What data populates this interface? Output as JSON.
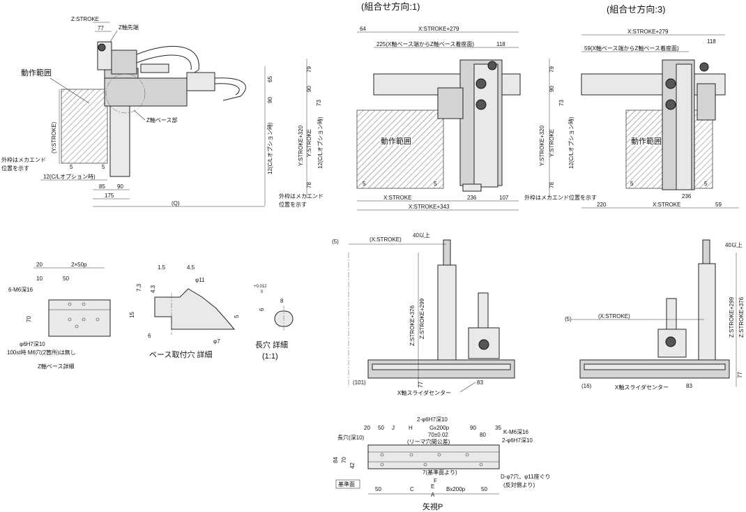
{
  "view_titles": {
    "dir1": "(組合せ方向:1)",
    "dir3": "(組合せ方向:3)",
    "zaxis_base_detail": "Z軸ベース詳細",
    "base_hole_detail": "ベース取付穴 詳細",
    "slot_detail": "長穴 詳細",
    "slot_scale": "(1:1)",
    "arrow_view": "矢視P"
  },
  "labels": {
    "operating_range": "動作範囲",
    "z_tip": "Z軸先端",
    "z_base": "Z軸ベース部",
    "mech_end_1": "外枠はメカエンド",
    "mech_end_2": "位置を示す",
    "mech_end_inline": "外枠はメカエンド位置を示す",
    "x_slider_center": "X軸スライダセンター",
    "slot_depth": "長穴(深10)",
    "reference_face": "基準面",
    "m6_holes": "6-M6深16",
    "h7_10": "φ6H7深10",
    "st100_note": "100st時 M6穴(2箇所)は無し",
    "h7_2a": "2-φ6H7深10",
    "h7_2b": "2-φ6H7深10",
    "k_m6": "K-M6深16",
    "pitch_tol": "70±0.02",
    "ream_tol": "(リーマ穴間公差)",
    "d_holes_1": "D-φ7穴、φ11座ぐり",
    "d_holes_2": "(反対側より)"
  },
  "dims": {
    "z_stroke": "Z:STROKE",
    "d77": "77",
    "d65": "65",
    "d90": "90",
    "d12co": "12(C/Lオプション時)",
    "y_stroke_paren": "(Y:STROKE)",
    "d5": "5",
    "d12co_h": "12(C/Lオプション時)",
    "d85": "85",
    "d175": "175",
    "q": "(Q)",
    "x_stroke_279": "X:STROKE+279",
    "d64": "64",
    "d225": "225(X軸ベース端からZ軸ベース着座面)",
    "d118": "118",
    "d79": "79",
    "d73": "73",
    "d78": "78",
    "y_stroke_320": "Y:STROKE+320",
    "y_stroke": "Y:STROKE",
    "x_stroke": "X:STROKE",
    "d236": "236",
    "d107": "107",
    "x_stroke_343": "X:STROKE+343",
    "d59_note": "59(X軸ベース端からZ軸ベース着座面)",
    "d220": "220",
    "d59": "59",
    "p5": "(5)",
    "x_stroke_paren": "(X:STROKE)",
    "d40": "40以上",
    "z_stroke_376": "Z:STROKE+376",
    "z_stroke_299": "Z:STROKE+299",
    "d101": "(101)",
    "d16": "(16)",
    "d83": "83",
    "d20": "20",
    "p2x50": "2×50p",
    "d10": "10",
    "d50": "50",
    "d70": "70",
    "d15": "15",
    "d15b": "1.5",
    "d45": "4.5",
    "d73s": "7.3",
    "d43": "4.3",
    "d6": "6",
    "phi11": "φ11",
    "phi7": "φ7",
    "slot_w": "6",
    "slot_tol": "+0.012",
    "slot_tol0": "0",
    "d8": "8",
    "d35": "35",
    "j": "J",
    "h": "H",
    "gx200p": "Gx200p",
    "d80": "80",
    "d84": "84",
    "d42": "42",
    "d7ref": "7(基準面より)",
    "f": "F",
    "e": "E",
    "c": "C",
    "bx200p": "Bx200p",
    "a": "A"
  },
  "colors": {
    "line": "#222222",
    "hatch": "#6a6a6a",
    "part_fill": "#e9e9e9"
  }
}
